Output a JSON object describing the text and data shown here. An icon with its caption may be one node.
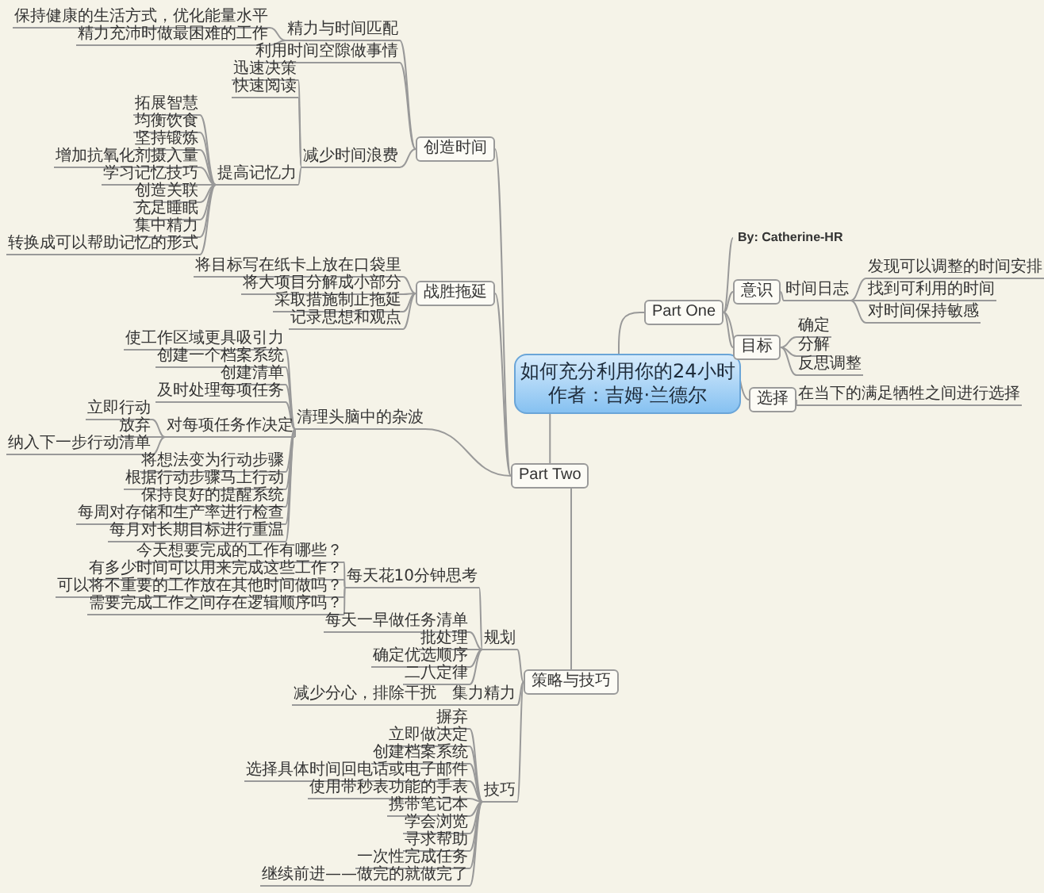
{
  "diagram": {
    "nodes": [
      {
        "text": [
          "如何充分利用你的24小时",
          "作者：吉姆·兰德尔"
        ]
      },
      {
        "text": [
          "Part One"
        ]
      },
      {
        "text": [
          "By: Catherine-HR"
        ]
      },
      {
        "text": [
          "意识"
        ]
      },
      {
        "text": [
          "时间日志"
        ]
      },
      {
        "text": [
          "发现可以调整的时间安排"
        ]
      },
      {
        "text": [
          "找到可利用的时间"
        ]
      },
      {
        "text": [
          "对时间保持敏感"
        ]
      },
      {
        "text": [
          "目标"
        ]
      },
      {
        "text": [
          "确定"
        ]
      },
      {
        "text": [
          "分解"
        ]
      },
      {
        "text": [
          "反思调整"
        ]
      },
      {
        "text": [
          "选择"
        ]
      },
      {
        "text": [
          "在当下的满足牺牲之间进行选择"
        ]
      },
      {
        "text": [
          "Part Two"
        ]
      },
      {
        "text": [
          "创造时间"
        ]
      },
      {
        "text": [
          "精力与时间匹配"
        ]
      },
      {
        "text": [
          "保持健康的生活方式，优化能量水平"
        ]
      },
      {
        "text": [
          "精力充沛时做最困难的工作"
        ]
      },
      {
        "text": [
          "利用时间空隙做事情"
        ]
      },
      {
        "text": [
          "减少时间浪费"
        ]
      },
      {
        "text": [
          "迅速决策"
        ]
      },
      {
        "text": [
          "快速阅读"
        ]
      },
      {
        "text": [
          "提高记忆力"
        ]
      },
      {
        "text": [
          "拓展智慧"
        ]
      },
      {
        "text": [
          "均衡饮食"
        ]
      },
      {
        "text": [
          "坚持锻炼"
        ]
      },
      {
        "text": [
          "增加抗氧化剂摄入量"
        ]
      },
      {
        "text": [
          "学习记忆技巧"
        ]
      },
      {
        "text": [
          "创造关联"
        ]
      },
      {
        "text": [
          "充足睡眠"
        ]
      },
      {
        "text": [
          "集中精力"
        ]
      },
      {
        "text": [
          "转换成可以帮助记忆的形式"
        ]
      },
      {
        "text": [
          "战胜拖延"
        ]
      },
      {
        "text": [
          "将目标写在纸卡上放在口袋里"
        ]
      },
      {
        "text": [
          "将大项目分解成小部分"
        ]
      },
      {
        "text": [
          "采取措施制止拖延"
        ]
      },
      {
        "text": [
          "记录思想和观点"
        ]
      },
      {
        "text": [
          "清理头脑中的杂波"
        ]
      },
      {
        "text": [
          "使工作区域更具吸引力"
        ]
      },
      {
        "text": [
          "创建一个档案系统"
        ]
      },
      {
        "text": [
          "创建清单"
        ]
      },
      {
        "text": [
          "及时处理每项任务"
        ]
      },
      {
        "text": [
          "对每项任务作决定"
        ]
      },
      {
        "text": [
          "立即行动"
        ]
      },
      {
        "text": [
          "放弃"
        ]
      },
      {
        "text": [
          "纳入下一步行动清单"
        ]
      },
      {
        "text": [
          "将想法变为行动步骤"
        ]
      },
      {
        "text": [
          "根据行动步骤马上行动"
        ]
      },
      {
        "text": [
          "保持良好的提醒系统"
        ]
      },
      {
        "text": [
          "每周对存储和生产率进行检查"
        ]
      },
      {
        "text": [
          "每月对长期目标进行重温"
        ]
      },
      {
        "text": [
          "策略与技巧"
        ]
      },
      {
        "text": [
          "规划"
        ]
      },
      {
        "text": [
          "每天花10分钟思考"
        ]
      },
      {
        "text": [
          "今天想要完成的工作有哪些？"
        ]
      },
      {
        "text": [
          "有多少时间可以用来完成这些工作？"
        ]
      },
      {
        "text": [
          "可以将不重要的工作放在其他时间做吗？"
        ]
      },
      {
        "text": [
          "需要完成工作之间存在逻辑顺序吗？"
        ]
      },
      {
        "text": [
          "每天一早做任务清单"
        ]
      },
      {
        "text": [
          "批处理"
        ]
      },
      {
        "text": [
          "确定优选顺序"
        ]
      },
      {
        "text": [
          "二八定律"
        ]
      },
      {
        "text": [
          "集力精力"
        ]
      },
      {
        "text": [
          "减少分心，排除干扰"
        ]
      },
      {
        "text": [
          "技巧"
        ]
      },
      {
        "text": [
          "摒弃"
        ]
      },
      {
        "text": [
          "立即做决定"
        ]
      },
      {
        "text": [
          "创建档案系统"
        ]
      },
      {
        "text": [
          "选择具体时间回电话或电子邮件"
        ]
      },
      {
        "text": [
          "使用带秒表功能的手表"
        ]
      },
      {
        "text": [
          "携带笔记本"
        ]
      },
      {
        "text": [
          "学会浏览"
        ]
      },
      {
        "text": [
          "寻求帮助"
        ]
      },
      {
        "text": [
          "一次性完成任务"
        ]
      },
      {
        "text": [
          "继续前进——做完的就做完了"
        ]
      }
    ],
    "edges": [
      {
        "from": 0,
        "to": 1,
        "arrow": "none"
      },
      {
        "from": 1,
        "to": 2,
        "arrow": "none"
      },
      {
        "from": 1,
        "to": 3,
        "arrow": "none"
      },
      {
        "from": 3,
        "to": 4,
        "arrow": "none"
      },
      {
        "from": 4,
        "to": 5,
        "arrow": "none"
      },
      {
        "from": 4,
        "to": 6,
        "arrow": "none"
      },
      {
        "from": 4,
        "to": 7,
        "arrow": "none"
      },
      {
        "from": 1,
        "to": 8,
        "arrow": "none"
      },
      {
        "from": 8,
        "to": 9,
        "arrow": "none"
      },
      {
        "from": 8,
        "to": 10,
        "arrow": "none"
      },
      {
        "from": 8,
        "to": 11,
        "arrow": "none"
      },
      {
        "from": 1,
        "to": 12,
        "arrow": "none"
      },
      {
        "from": 12,
        "to": 13,
        "arrow": "none"
      },
      {
        "from": 0,
        "to": 14,
        "arrow": "none"
      },
      {
        "from": 14,
        "to": 15,
        "arrow": "none"
      },
      {
        "from": 15,
        "to": 16,
        "arrow": "none"
      },
      {
        "from": 16,
        "to": 17,
        "arrow": "none"
      },
      {
        "from": 16,
        "to": 18,
        "arrow": "none"
      },
      {
        "from": 15,
        "to": 19,
        "arrow": "none"
      },
      {
        "from": 15,
        "to": 20,
        "arrow": "none"
      },
      {
        "from": 20,
        "to": 21,
        "arrow": "none"
      },
      {
        "from": 20,
        "to": 22,
        "arrow": "none"
      },
      {
        "from": 20,
        "to": 23,
        "arrow": "none"
      },
      {
        "from": 23,
        "to": 24,
        "arrow": "none"
      },
      {
        "from": 23,
        "to": 25,
        "arrow": "none"
      },
      {
        "from": 23,
        "to": 26,
        "arrow": "none"
      },
      {
        "from": 23,
        "to": 27,
        "arrow": "none"
      },
      {
        "from": 23,
        "to": 28,
        "arrow": "none"
      },
      {
        "from": 23,
        "to": 29,
        "arrow": "none"
      },
      {
        "from": 23,
        "to": 30,
        "arrow": "none"
      },
      {
        "from": 23,
        "to": 31,
        "arrow": "none"
      },
      {
        "from": 23,
        "to": 32,
        "arrow": "none"
      },
      {
        "from": 14,
        "to": 33,
        "arrow": "none"
      },
      {
        "from": 33,
        "to": 34,
        "arrow": "none"
      },
      {
        "from": 33,
        "to": 35,
        "arrow": "none"
      },
      {
        "from": 33,
        "to": 36,
        "arrow": "none"
      },
      {
        "from": 33,
        "to": 37,
        "arrow": "none"
      },
      {
        "from": 14,
        "to": 38,
        "arrow": "none"
      },
      {
        "from": 38,
        "to": 39,
        "arrow": "none"
      },
      {
        "from": 38,
        "to": 40,
        "arrow": "none"
      },
      {
        "from": 38,
        "to": 41,
        "arrow": "none"
      },
      {
        "from": 38,
        "to": 42,
        "arrow": "none"
      },
      {
        "from": 38,
        "to": 43,
        "arrow": "none"
      },
      {
        "from": 43,
        "to": 44,
        "arrow": "none"
      },
      {
        "from": 43,
        "to": 45,
        "arrow": "none"
      },
      {
        "from": 43,
        "to": 46,
        "arrow": "none"
      },
      {
        "from": 38,
        "to": 47,
        "arrow": "none"
      },
      {
        "from": 38,
        "to": 48,
        "arrow": "none"
      },
      {
        "from": 38,
        "to": 49,
        "arrow": "none"
      },
      {
        "from": 38,
        "to": 50,
        "arrow": "none"
      },
      {
        "from": 38,
        "to": 51,
        "arrow": "none"
      },
      {
        "from": 14,
        "to": 52,
        "arrow": "none"
      },
      {
        "from": 52,
        "to": 53,
        "arrow": "none"
      },
      {
        "from": 53,
        "to": 54,
        "arrow": "none"
      },
      {
        "from": 54,
        "to": 55,
        "arrow": "none"
      },
      {
        "from": 54,
        "to": 56,
        "arrow": "none"
      },
      {
        "from": 54,
        "to": 57,
        "arrow": "none"
      },
      {
        "from": 54,
        "to": 58,
        "arrow": "none"
      },
      {
        "from": 53,
        "to": 59,
        "arrow": "none"
      },
      {
        "from": 53,
        "to": 60,
        "arrow": "none"
      },
      {
        "from": 53,
        "to": 61,
        "arrow": "none"
      },
      {
        "from": 53,
        "to": 62,
        "arrow": "none"
      },
      {
        "from": 52,
        "to": 63,
        "arrow": "none"
      },
      {
        "from": 63,
        "to": 64,
        "arrow": "none"
      },
      {
        "from": 52,
        "to": 65,
        "arrow": "none"
      },
      {
        "from": 65,
        "to": 66,
        "arrow": "none"
      },
      {
        "from": 65,
        "to": 67,
        "arrow": "none"
      },
      {
        "from": 65,
        "to": 68,
        "arrow": "none"
      },
      {
        "from": 65,
        "to": 69,
        "arrow": "none"
      },
      {
        "from": 65,
        "to": 70,
        "arrow": "none"
      },
      {
        "from": 65,
        "to": 71,
        "arrow": "none"
      },
      {
        "from": 65,
        "to": 72,
        "arrow": "none"
      },
      {
        "from": 65,
        "to": 73,
        "arrow": "none"
      },
      {
        "from": 65,
        "to": 74,
        "arrow": "none"
      },
      {
        "from": 65,
        "to": 75,
        "arrow": "none"
      }
    ]
  }
}
